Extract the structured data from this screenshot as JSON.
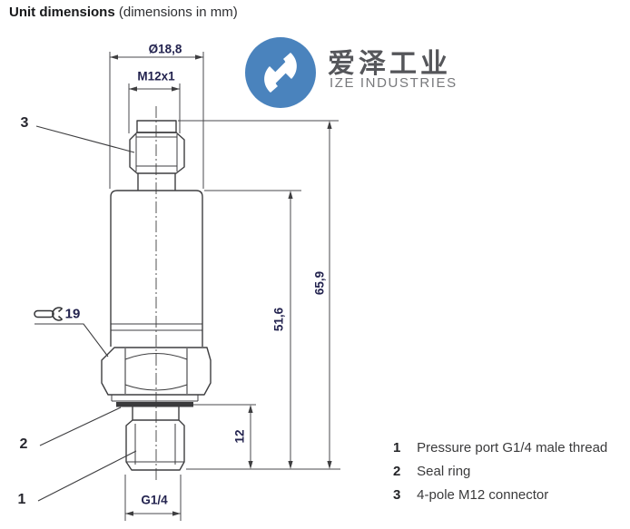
{
  "title": {
    "bold": "Unit dimensions",
    "normal": "(dimensions in mm)"
  },
  "logo": {
    "cn": "爱泽工业",
    "en": "IZE INDUSTRIES",
    "circle_color": "#4a83bd",
    "cn_color": "#55565a",
    "en_color": "#77787b"
  },
  "drawing": {
    "dimensions": {
      "top_diameter": "Ø18,8",
      "connector_thread": "M12x1",
      "wrench_size": "19",
      "overall_height": "65,9",
      "body_height": "51,6",
      "port_height": "12",
      "port_thread": "G1/4"
    },
    "part_labels": {
      "l1": "1",
      "l2": "2",
      "l3": "3"
    }
  },
  "legend": {
    "items": [
      {
        "num": "1",
        "text": "Pressure port G1/4 male thread"
      },
      {
        "num": "2",
        "text": "Seal ring"
      },
      {
        "num": "3",
        "text": "4-pole M12 connector"
      }
    ]
  },
  "colors": {
    "line": "#3e3e40",
    "dim_line": "#4a4a4c",
    "dim_text": "#23234f",
    "seal_fill": "#3a3a3c"
  }
}
